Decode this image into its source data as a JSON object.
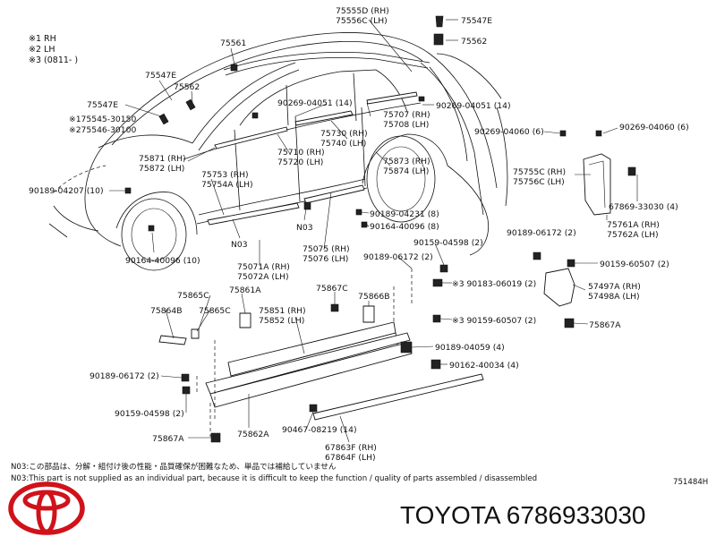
{
  "legend": [
    "※1 RH",
    "※2 LH",
    "※3 (0811-    )"
  ],
  "labels": {
    "p75555D": "75555D (RH)",
    "p75556C": "75556C (LH)",
    "p75547E_top": "75547E",
    "p75562_top": "75562",
    "p75561": "75561",
    "p75547E_l": "75547E",
    "p75562_l": "75562",
    "p75547E_b": "75547E",
    "p75545": "※175545-30150",
    "p75546": "※275546-30100",
    "p90269_04051_a": "90269-04051 (14)",
    "p90269_04051_b": "90269-04051 (14)",
    "p75707": "75707 (RH)",
    "p75708": "75708 (LH)",
    "p90269_04060_6": "90269-04060 (6)",
    "p90269_04060_b": "90269-04060 (6)",
    "p75730": "75730 (RH)",
    "p75740": "75740 (LH)",
    "p75871": "75871 (RH)",
    "p75872": "75872 (LH)",
    "p75710": "75710 (RH)",
    "p75720": "75720 (LH)",
    "p75873": "75873 (RH)",
    "p75874": "75874 (LH)",
    "p75755C": "75755C (RH)",
    "p75756C": "75756C (LH)",
    "p75753": "75753 (RH)",
    "p75754A": "75754A (LH)",
    "p90189_04207": "90189-04207 (10)",
    "p67869": "67869-33030 (4)",
    "p90189_04231": "90189-04231 (8)",
    "p90164_40096_a": "90164-40096 (8)",
    "p75761A": "75761A (RH)",
    "p75762A": "75762A (LH)",
    "pN03_a": "N03",
    "pN03_b": "N03",
    "p90164_40096_10": "90164-40096 (10)",
    "p75075": "75075 (RH)",
    "p75076": "75076 (LH)",
    "p90159_04598_a": "90159-04598 (2)",
    "p90189_06172_a": "90189-06172 (2)",
    "p90189_06172_r": "90189-06172 (2)",
    "p75071A": "75071A (RH)",
    "p75072A": "75072A (LH)",
    "p90159_60507_a": "90159-60507 (2)",
    "p75865C_a": "75865C",
    "p75861A": "75861A",
    "p75867C": "75867C",
    "p75866B": "75866B",
    "p90183": "※3 90183-06019 (2)",
    "p57497A": "57497A (RH)",
    "p57498A": "57498A (LH)",
    "p75864B": "75864B",
    "p75865C_b": "75865C",
    "p75851": "75851 (RH)",
    "p75852": "75852 (LH)",
    "p90159_60507_b": "※3 90159-60507 (2)",
    "p75867A_r": "75867A",
    "p90189_04059": "90189-04059 (4)",
    "p90189_06172_b": "90189-06172 (2)",
    "p90162_40034": "90162-40034 (4)",
    "p90159_04598_b": "90159-04598 (2)",
    "p90467": "90467-08219 (14)",
    "p75867A_b": "75867A",
    "p75862A": "75862A",
    "p67863F": "67863F (RH)",
    "p67864F": "67864F (LH)"
  },
  "notes": {
    "line1": "N03:この部品は、分解・組付け後の性能・品質確保が困難なため、単品では補給していません",
    "line2": "N03:This part is not supplied as an individual part, because it is difficult to keep the function / quality of parts assembled / disassembled",
    "code": "751484H"
  },
  "footer": {
    "brand_text": "TOYOTA 6786933030"
  }
}
